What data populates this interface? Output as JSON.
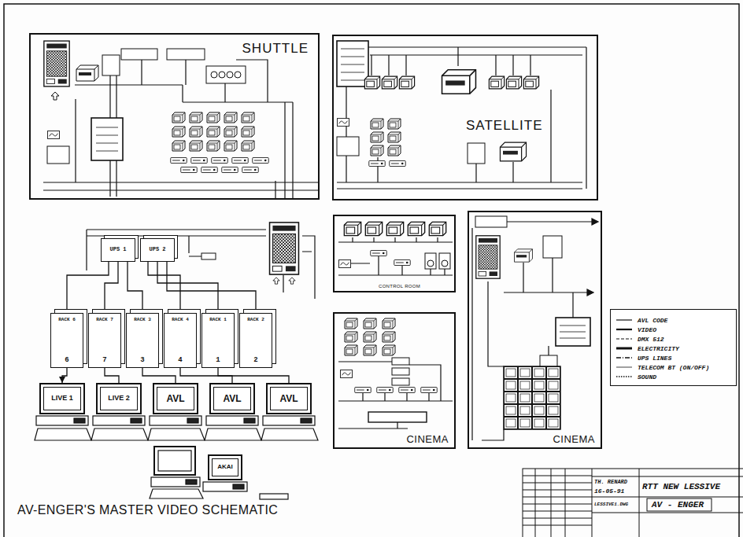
{
  "diagram": {
    "title": "AV-ENGER'S MASTER VIDEO SCHEMATIC",
    "nodes": [
      {
        "text": [
          "SHUTTLE"
        ]
      },
      {
        "text": [
          "SATELLITE"
        ]
      },
      {
        "text": [
          "UPS 1"
        ]
      },
      {
        "text": [
          "UPS 2"
        ]
      },
      {
        "text": [
          "RACK 6",
          "6"
        ]
      },
      {
        "text": [
          "RACK 7",
          "7"
        ]
      },
      {
        "text": [
          "RACK 3",
          "3"
        ]
      },
      {
        "text": [
          "RACK 4",
          "4"
        ]
      },
      {
        "text": [
          "RACK 1",
          "1"
        ]
      },
      {
        "text": [
          "RACK 2",
          "2"
        ]
      },
      {
        "text": [
          "LIVE 1"
        ]
      },
      {
        "text": [
          "LIVE 2"
        ]
      },
      {
        "text": [
          "AVL"
        ]
      },
      {
        "text": [
          "AVL"
        ]
      },
      {
        "text": [
          "AVL"
        ]
      },
      {
        "text": [
          "AKAI"
        ]
      },
      {
        "text": [
          "CONTROL ROOM"
        ]
      },
      {
        "text": [
          "CINEMA"
        ]
      },
      {
        "text": [
          "CINEMA"
        ]
      }
    ],
    "edges": [
      {
        "from": 2,
        "to": 4,
        "arrow": "none"
      },
      {
        "from": 2,
        "to": 5,
        "arrow": "none"
      },
      {
        "from": 2,
        "to": 6,
        "arrow": "none"
      },
      {
        "from": 3,
        "to": 7,
        "arrow": "none"
      },
      {
        "from": 3,
        "to": 8,
        "arrow": "none"
      },
      {
        "from": 3,
        "to": 9,
        "arrow": "none"
      },
      {
        "from": 4,
        "to": 10,
        "arrow": "to"
      },
      {
        "from": 5,
        "to": 11,
        "arrow": "none"
      },
      {
        "from": 6,
        "to": 12,
        "arrow": "none"
      },
      {
        "from": 7,
        "to": 13,
        "arrow": "none"
      },
      {
        "from": 8,
        "to": 14,
        "arrow": "none"
      }
    ],
    "labels": [
      "TH. RENARD",
      "16-05-91",
      "LESSIVE1.DWG",
      "RTT NEW LESSIVE",
      "AV - ENGER"
    ],
    "legend": [
      {
        "text": "AVL CODE"
      },
      {
        "text": "VIDEO"
      },
      {
        "text": "DMX 512"
      },
      {
        "text": "ELECTRICITY"
      },
      {
        "text": "UPS LINES"
      },
      {
        "text": "TELECOM BT (ON/OFF)"
      },
      {
        "text": "SOUND"
      }
    ]
  }
}
